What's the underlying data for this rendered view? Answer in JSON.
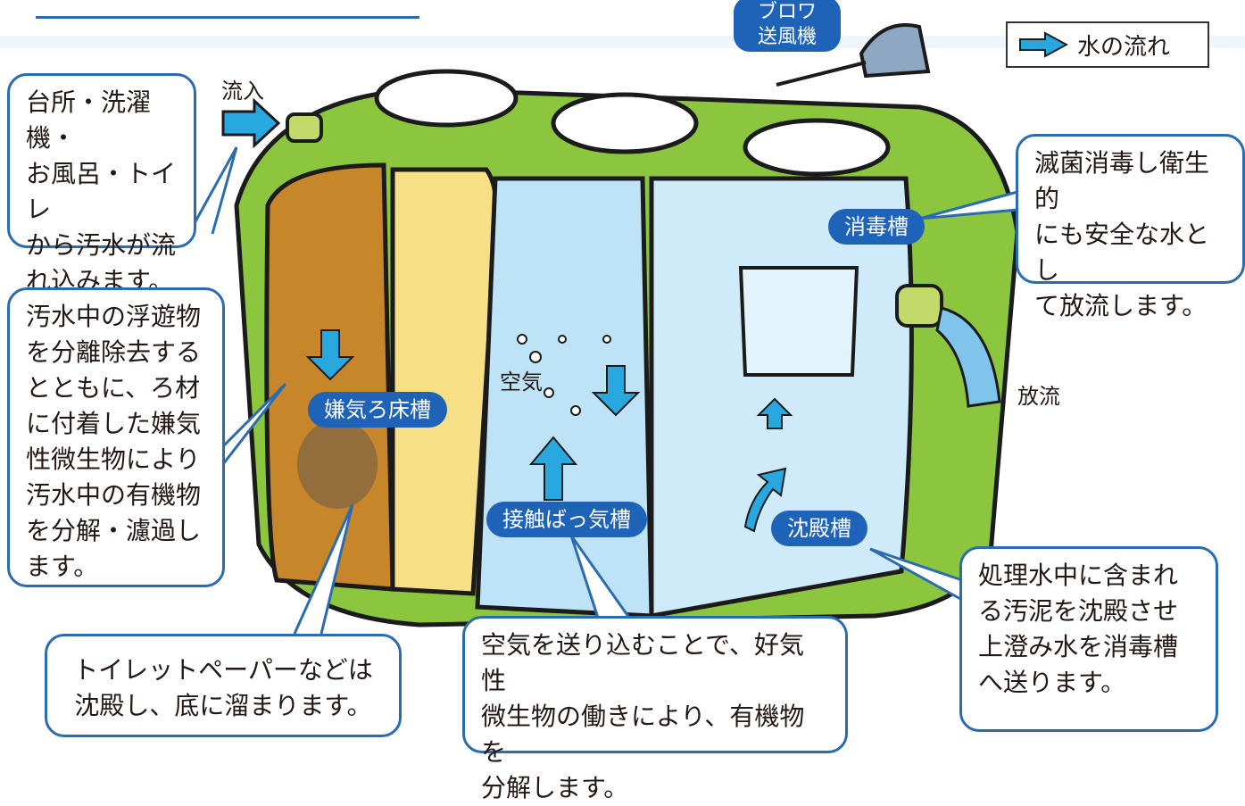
{
  "labels": {
    "inflow": "流入",
    "outflow": "放流",
    "air": "空気",
    "blower": "ブロワ\n送風機",
    "legend": "水の流れ"
  },
  "tanks": {
    "anaerobic": "嫌気ろ床槽",
    "aeration": "接触ばっ気槽",
    "settling": "沈殿槽",
    "disinfection": "消毒槽"
  },
  "callouts": {
    "inflow_desc": "台所・洗濯機・\nお風呂・トイレ\nから汚水が流\nれ込みます。",
    "anaerobic_desc": "汚水中の浮遊物\nを分離除去する\nとともに、ろ材\nに付着した嫌気\n性微生物により\n汚水中の有機物\nを分解・濾過し\nます。",
    "paper_desc": "トイレットペーパーなどは\n沈殿し、底に溜まります。",
    "aeration_desc": "空気を送り込むことで、好気性\n微生物の働きにより、有機物を\n分解します。",
    "disinfection_desc": "滅菌消毒し衛生的\nにも安全な水とし\nて放流します。",
    "settling_desc": "処理水中に含まれ\nる汚泥を沈殿させ\n上澄み水を消毒槽\nへ送ります。"
  },
  "colors": {
    "tank_green": "#8cc63f",
    "anaerobic_brown": "#c8862a",
    "filter_yellow": "#f6df86",
    "water_blue": "#bfe3f6",
    "arrow_blue": "#29a8e0",
    "tag_blue": "#1e63b8",
    "outline_blue": "#2b6cb0"
  }
}
